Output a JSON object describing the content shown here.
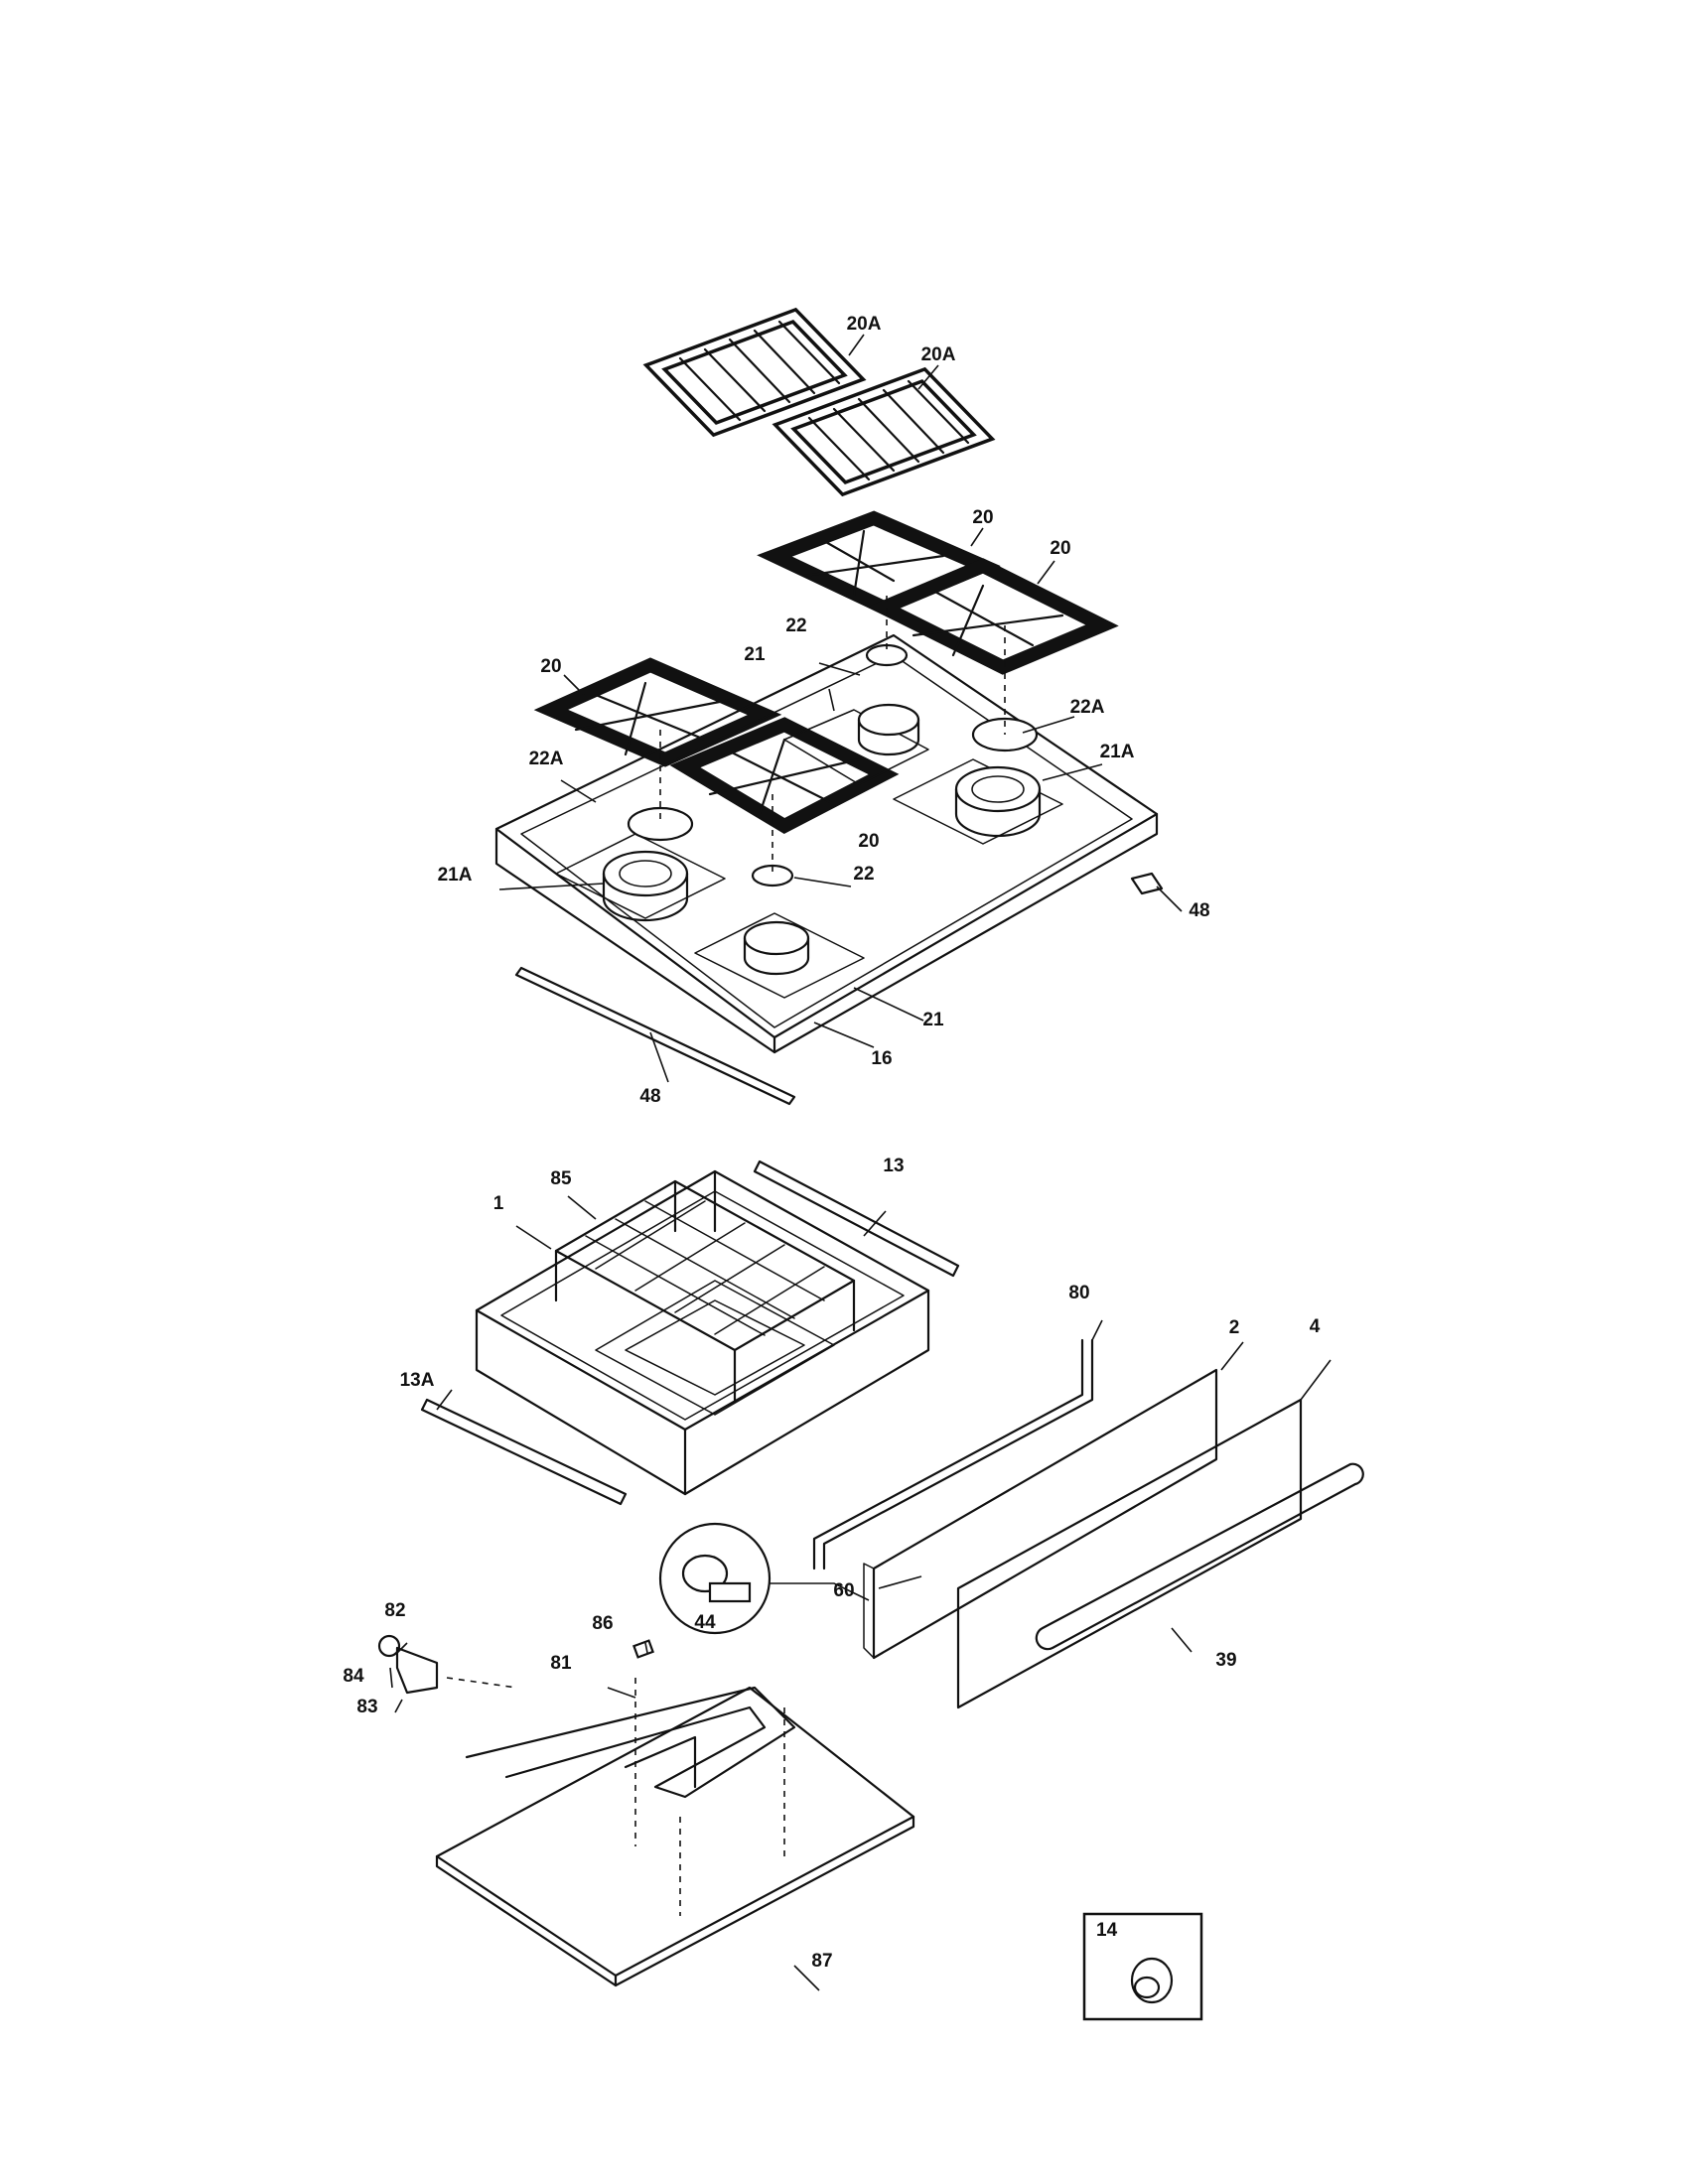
{
  "callouts": {
    "c20A_1": "20A",
    "c20A_2": "20A",
    "c20_1": "20",
    "c20_2": "20",
    "c20_3": "20",
    "c20_4": "20",
    "c21_1": "21",
    "c21_2": "21",
    "c22_1": "22",
    "c22_2": "22",
    "c22A_1": "22A",
    "c22A_2": "22A",
    "c21A_1": "21A",
    "c21A_2": "21A",
    "c48_1": "48",
    "c48_2": "48",
    "c16": "16",
    "c85": "85",
    "c1": "1",
    "c13": "13",
    "c13A": "13A",
    "c80": "80",
    "c2": "2",
    "c4": "4",
    "c60": "60",
    "c44": "44",
    "c39": "39",
    "c86": "86",
    "c82": "82",
    "c84": "84",
    "c83": "83",
    "c81": "81",
    "c87": "87",
    "c14": "14"
  }
}
